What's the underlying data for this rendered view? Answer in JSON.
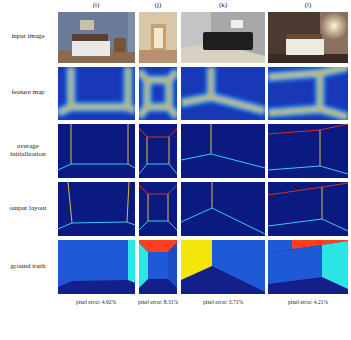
{
  "diagram": {
    "labels": [
      "(i)",
      "(j)",
      "(k)",
      "(l)",
      "input image",
      "feature map",
      "average initialization",
      "output layout",
      "ground truth",
      "pixel error: 4.92%",
      "pixel error: 8.31%",
      "pixel error: 3.71%",
      "pixel error: 4.21%"
    ]
  }
}
